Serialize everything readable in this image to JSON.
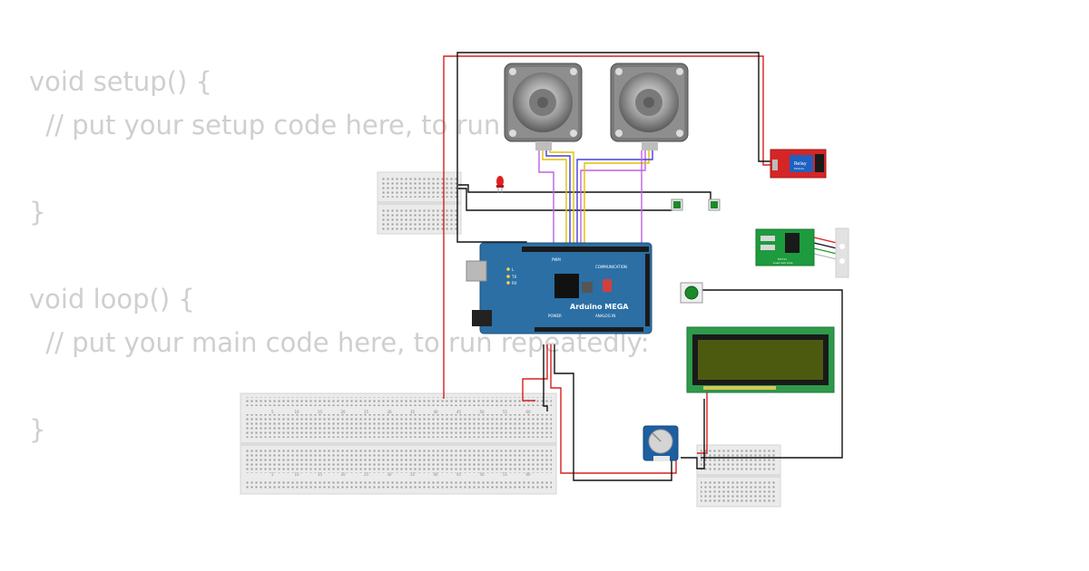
{
  "code_lines": [
    "void setup() {",
    "  // put your setup code here, to run once:",
    "",
    "}",
    "",
    "void loop() {",
    "  // put your main code here, to run repeatedly:",
    "",
    "}"
  ],
  "components": {
    "arduino": {
      "name": "Arduino MEGA",
      "pwm": "PWM",
      "communication": "COMMUNICATION",
      "power": "POWER",
      "analog_in": "ANALOG IN",
      "led_l": "L",
      "led_tx": "TX",
      "led_rx": "RX"
    },
    "relay": {
      "label": "Relay",
      "sublabel": "Module"
    },
    "hx711": {
      "label": "HX711",
      "sublabel": "Load Cell Amp"
    },
    "breadboard_numbers": [
      "5",
      "10",
      "15",
      "20",
      "25",
      "30",
      "35",
      "40",
      "45",
      "50",
      "55",
      "60"
    ]
  },
  "colors": {
    "red_wire": "#d62020",
    "black_wire": "#111111",
    "purple_wire": "#c060e0",
    "yellow_wire": "#e0c000",
    "blue_wire": "#4040e0",
    "arduino_blue": "#2b6fa5",
    "lcd_green": "#2e9a4a",
    "lcd_screen": "#4c5a10",
    "relay_red": "#d62525",
    "button_green": "#1a8a2a"
  }
}
